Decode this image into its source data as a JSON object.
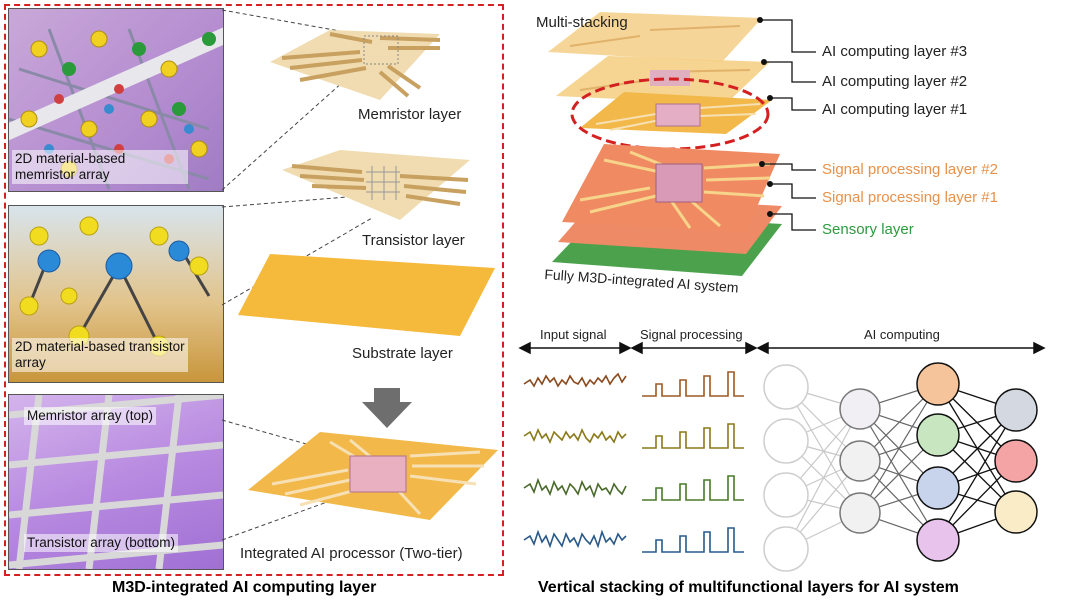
{
  "left_panel": {
    "caption": "M3D-integrated AI computing layer",
    "photos": {
      "memristor_array": "2D material-based memristor array",
      "transistor_array": "2D material-based transistor array",
      "memristor_top": "Memristor array (top)",
      "transistor_bottom": "Transistor array (bottom)"
    },
    "layers": {
      "memristor": "Memristor  layer",
      "transistor": "Transistor layer",
      "substrate": "Substrate layer",
      "integrated": "Integrated AI processor (Two-tier)"
    }
  },
  "right_panel": {
    "caption": "Vertical stacking of multifunctional layers for AI system",
    "stack_title": "Multi-stacking",
    "stack_subtitle": "Fully M3D-integrated AI system",
    "stack_labels": [
      {
        "text": "AI computing layer #3",
        "color": "#000000"
      },
      {
        "text": "AI computing layer #2",
        "color": "#000000"
      },
      {
        "text": "AI computing layer #1",
        "color": "#000000"
      },
      {
        "text": "Signal processing layer #2",
        "color": "#e8914a"
      },
      {
        "text": "Signal processing layer #1",
        "color": "#e8914a"
      },
      {
        "text": "Sensory layer",
        "color": "#2e9a3e"
      }
    ],
    "pipeline": [
      "Input signal",
      "Signal processing",
      "AI computing"
    ],
    "signal_colors": [
      "#8a4a1e",
      "#8a7a1a",
      "#4a6a2a",
      "#2a5a8a"
    ],
    "network": {
      "hidden1_colors": [
        "#ececf2",
        "#ececf2",
        "#ececf2",
        "#ececf2"
      ],
      "hidden2_colors": [
        "#ececf2",
        "#ececf2",
        "#ececf2"
      ],
      "hidden3_colors": [
        "#f6c49a",
        "#c8e6c0",
        "#c8d4ec",
        "#e8c4ec"
      ],
      "output_colors": [
        "#d4d8e0",
        "#f4a4a4",
        "#fbecc8"
      ]
    }
  }
}
